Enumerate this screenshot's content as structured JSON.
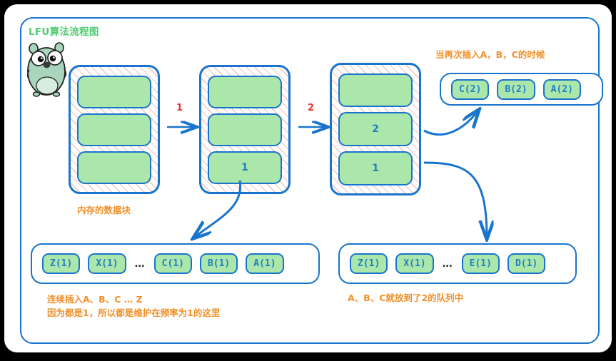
{
  "meta": {
    "title": "LFU算法流程图",
    "title_color": "#4ecb71",
    "accent_blue": "#1874cd",
    "node_green": "#abe6ab",
    "caption_orange": "#f0902a",
    "label_red": "#e8332a",
    "hatch_pink": "#f08c8c"
  },
  "mascot": {
    "name": "go-gopher-icon",
    "alt": "Go gopher mascot"
  },
  "stacks": [
    {
      "id": "stack-1",
      "cells": [
        {
          "label": ""
        },
        {
          "label": ""
        },
        {
          "label": ""
        }
      ]
    },
    {
      "id": "stack-2",
      "cells": [
        {
          "label": ""
        },
        {
          "label": ""
        },
        {
          "label": "1"
        }
      ]
    },
    {
      "id": "stack-3",
      "cells": [
        {
          "label": ""
        },
        {
          "label": "2"
        },
        {
          "label": "1"
        }
      ]
    }
  ],
  "flow_arrows": [
    {
      "id": "arrow-1",
      "label": "1"
    },
    {
      "id": "arrow-2",
      "label": "2"
    }
  ],
  "captions": {
    "memory_block": "内存的数据块",
    "reinsert_note": "当再次插入A，B，C的时候",
    "left_queue_note": "连续插入A、B、C … Z\n因为都是1，所以都是维护在频率为1的这里",
    "right_queue_note": "A、B、C就放到了2的队列中"
  },
  "queues": {
    "freq_two": {
      "id": "queue-freq-2",
      "nodes": [
        {
          "label": "C(2)"
        },
        {
          "label": "B(2)"
        },
        {
          "label": "A(2)"
        }
      ]
    },
    "freq_one_left": {
      "id": "queue-freq-1-left",
      "nodes": [
        {
          "label": "Z(1)"
        },
        {
          "label": "X(1)"
        },
        {
          "label": "…",
          "is_ellipsis": true
        },
        {
          "label": "C(1)"
        },
        {
          "label": "B(1)"
        },
        {
          "label": "A(1)"
        }
      ]
    },
    "freq_one_right": {
      "id": "queue-freq-1-right",
      "nodes": [
        {
          "label": "Z(1)"
        },
        {
          "label": "X(1)"
        },
        {
          "label": "…",
          "is_ellipsis": true
        },
        {
          "label": "E(1)"
        },
        {
          "label": "D(1)"
        }
      ]
    }
  }
}
